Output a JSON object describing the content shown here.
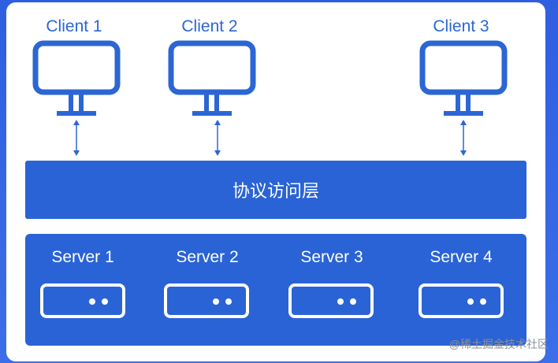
{
  "clients": [
    {
      "label": "Client 1"
    },
    {
      "label": "Client 2"
    },
    {
      "label": "Client 3"
    }
  ],
  "protocol_layer": {
    "label": "协议访问层"
  },
  "servers": [
    {
      "label": "Server 1"
    },
    {
      "label": "Server 2"
    },
    {
      "label": "Server 3"
    },
    {
      "label": "Server 4"
    }
  ],
  "watermark": "@稀土掘金技术社区",
  "colors": {
    "primary": "#2a63d6",
    "background": "#3b6ee8",
    "client_blue": "#2b66d4"
  },
  "icons": {
    "client": "monitor-icon",
    "server": "server-icon",
    "link": "bidirectional-arrow-icon"
  }
}
